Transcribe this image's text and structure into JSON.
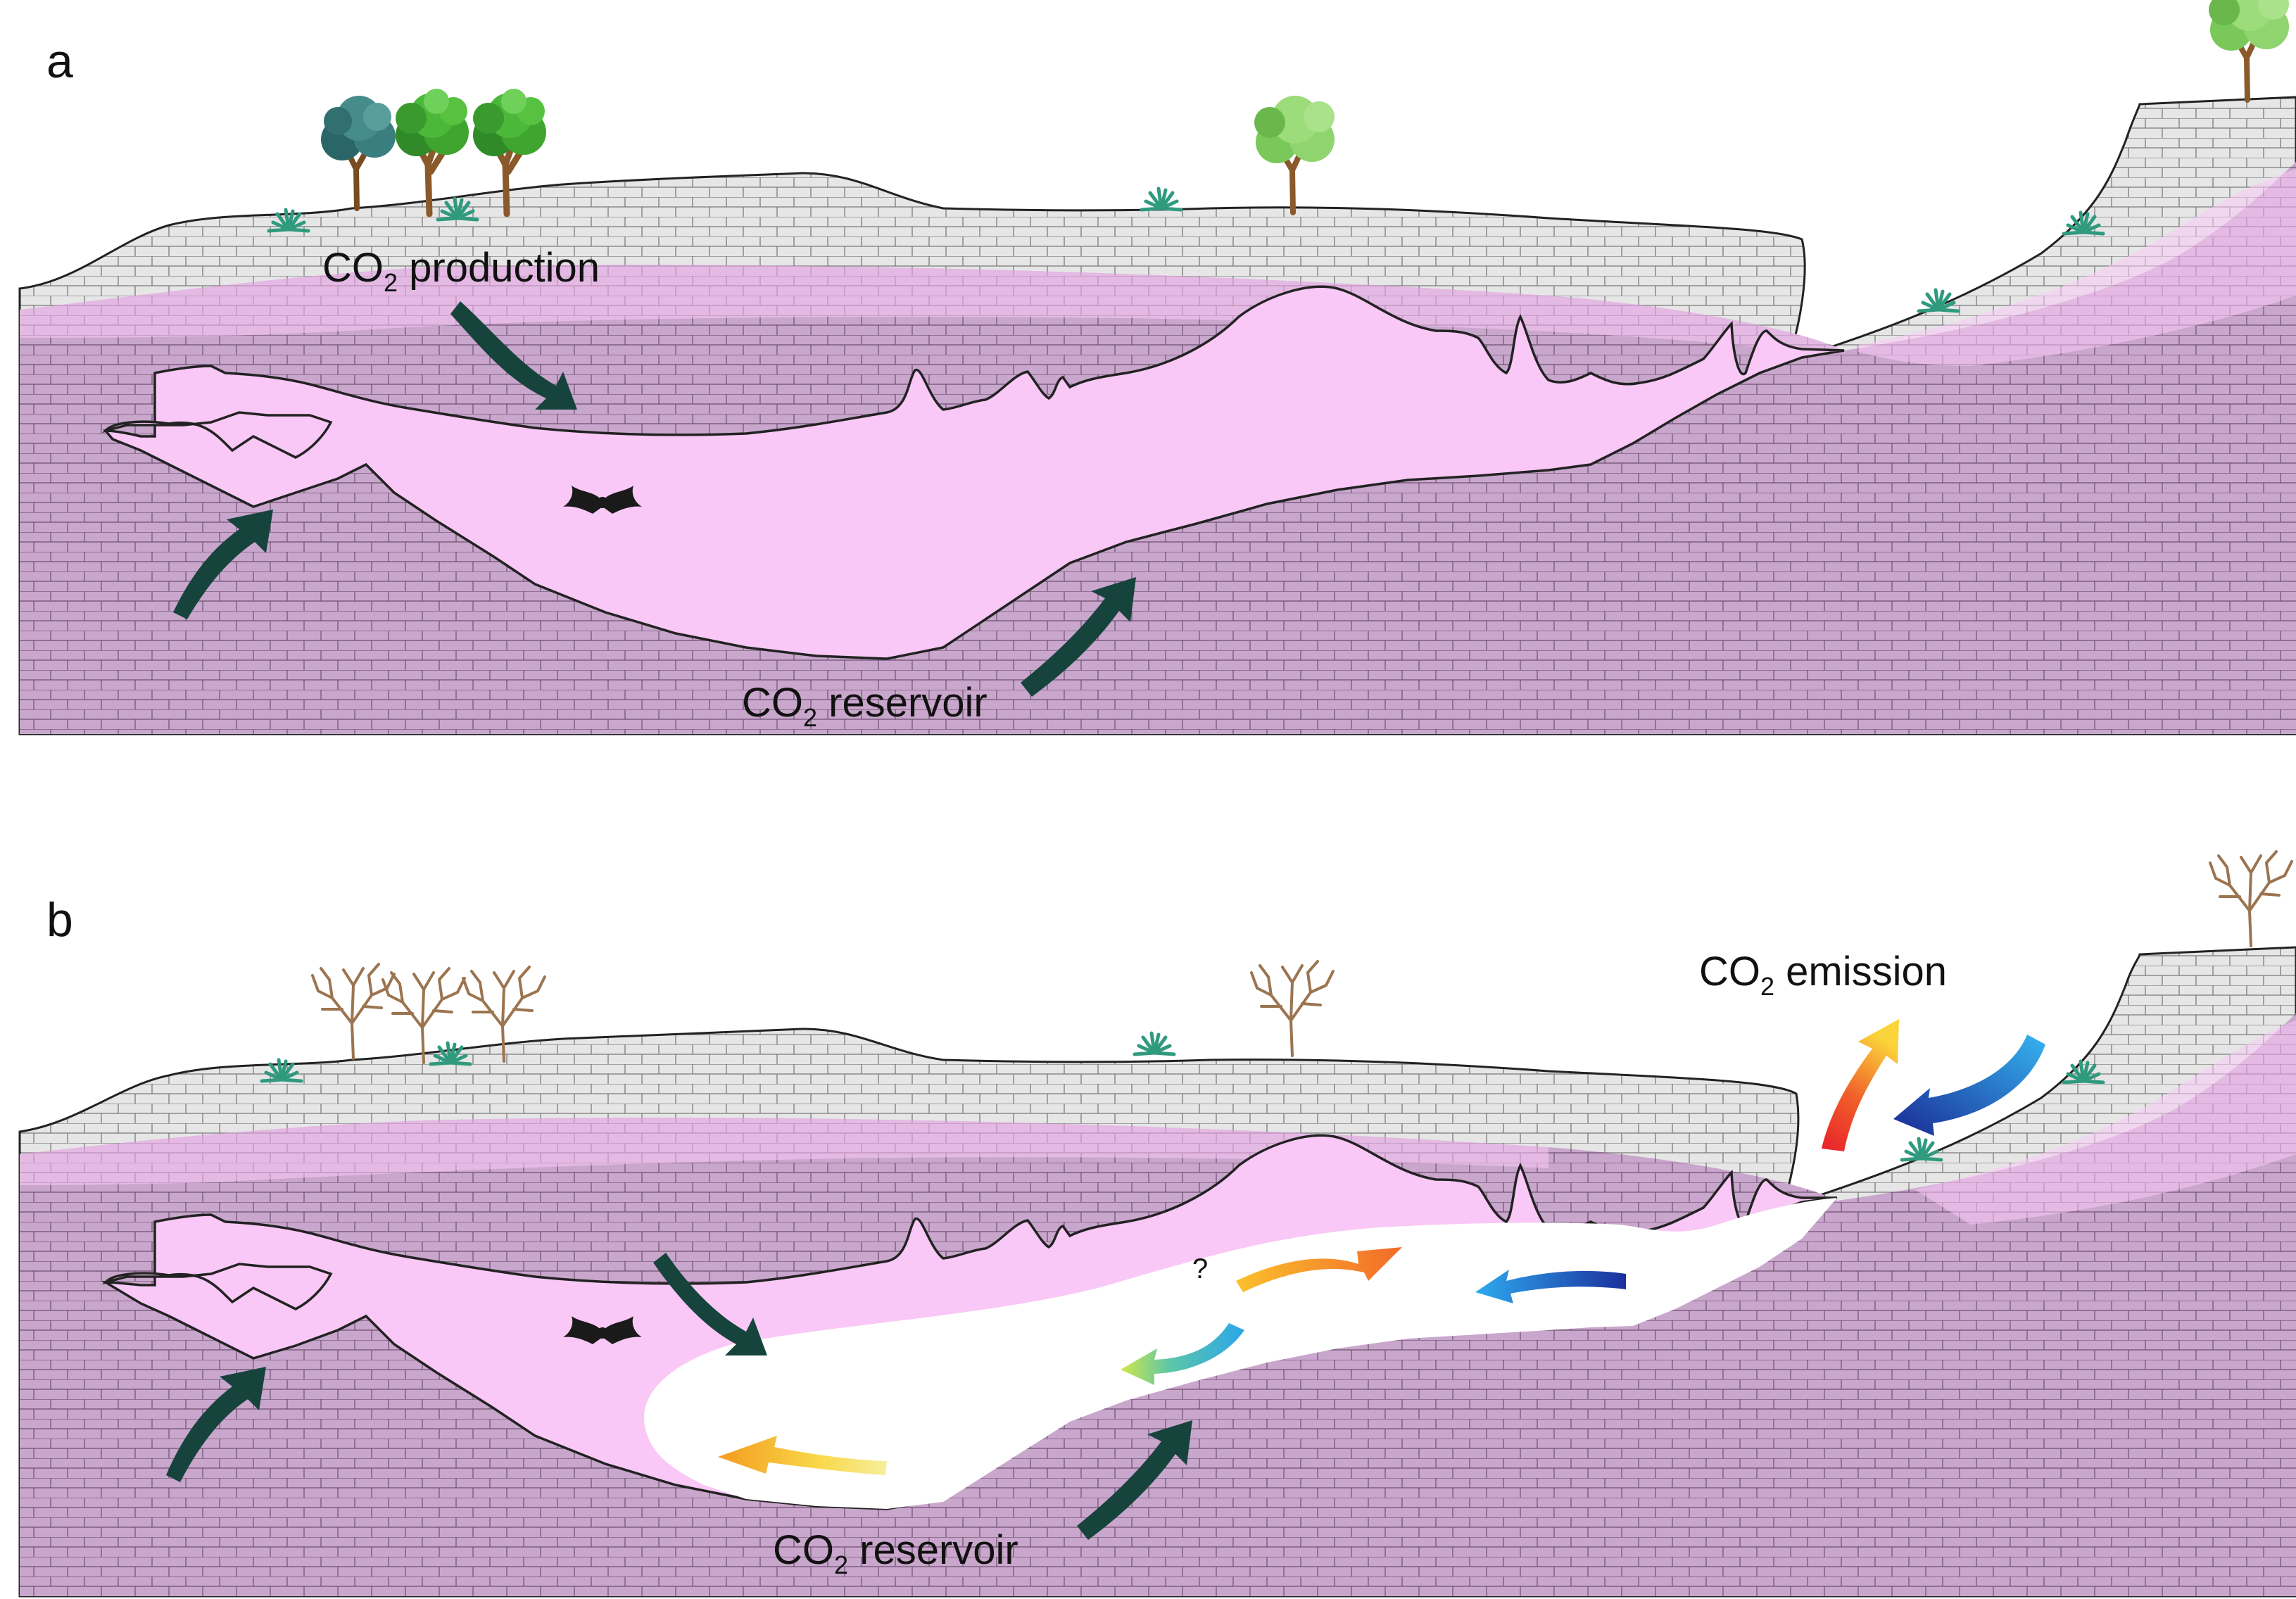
{
  "panel_a": {
    "letter": "a",
    "label_production": {
      "main": "CO",
      "sub": "2",
      "rest": " production"
    },
    "label_reservoir": {
      "main": "CO",
      "sub": "2",
      "rest": " reservoir"
    }
  },
  "panel_b": {
    "letter": "b",
    "label_emission": {
      "main": "CO",
      "sub": "2",
      "rest": " emission"
    },
    "label_reservoir": {
      "main": "CO",
      "sub": "2",
      "rest": " reservoir"
    },
    "question_mark": "?"
  },
  "colors": {
    "limestone_gray": "#e4e4e4",
    "bedrock_purple": "#c9a6cc",
    "co2_pink": "#f9c8f6",
    "dark_arrow": "#17433d",
    "cave_white": "#ffffff",
    "tree_green": "#3f9a2f",
    "tree_teal": "#2f6f70",
    "dead_tree_brown": "#9b7450"
  },
  "icons": [
    "tree-icon",
    "dead-tree-icon",
    "fern-icon",
    "bat-icon",
    "curved-arrow-icon"
  ]
}
